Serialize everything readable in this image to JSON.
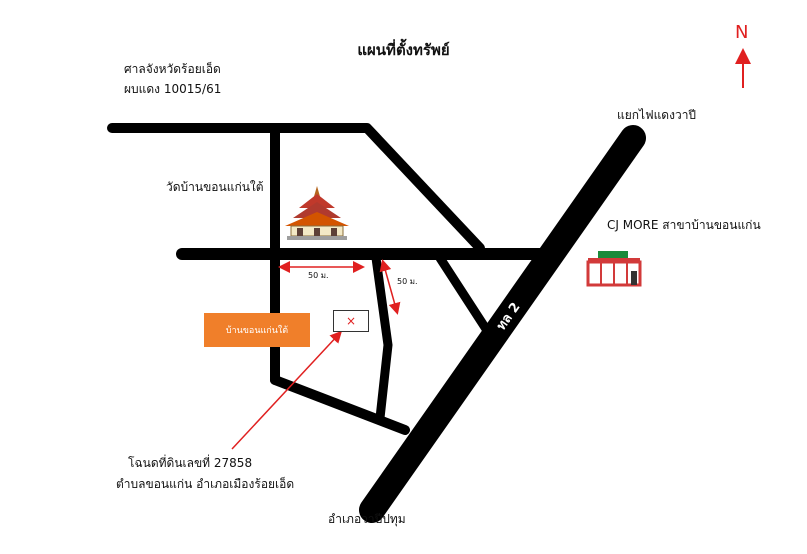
{
  "title": "แผนที่ตั้งทรัพย์",
  "court": {
    "name": "ศาลจังหวัดร้อยเอ็ด",
    "case": "ผบแดง 10015/61"
  },
  "north": "N",
  "labels": {
    "intersection": "แยกไฟแดงวาปี",
    "temple": "วัดบ้านขอนแก่นใต้",
    "store": "CJ MORE สาขาบ้านขอนแก่น",
    "village": "บ้านขอนแก่นใต้",
    "plot_marker": "×",
    "dist_horizontal": "50 ม.",
    "dist_vertical": "50 ม.",
    "highway": "ทล 2",
    "deed_line1": "โฉนดที่ดินเลขที่ 27858",
    "deed_line2": "ตำบลขอนแก่น  อำเภอเมืองร้อยเอ็ด",
    "destination": "อำเภอวาปีปทุม"
  },
  "colors": {
    "road": "#000000",
    "arrow": "#e02020",
    "village_box": "#f07f2a",
    "store_roof": "#1a8a3a",
    "store_body": "#d23a3a"
  }
}
